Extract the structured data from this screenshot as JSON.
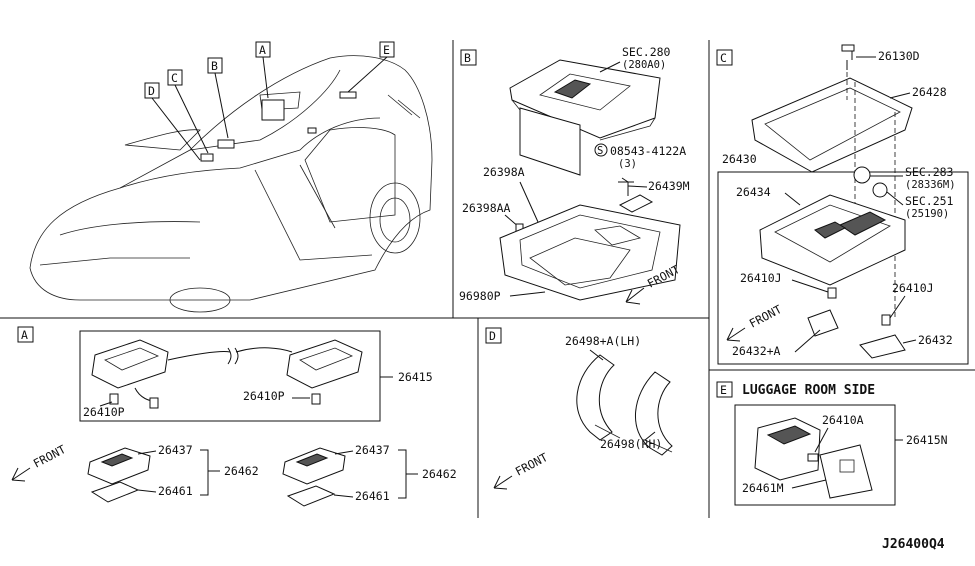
{
  "sections": {
    "A": "A",
    "B": "B",
    "C": "C",
    "D": "D",
    "E": "E"
  },
  "b_labels": {
    "sec280": "SEC.280",
    "sec280_sub": "(280A0)",
    "screw_code": "08543-4122A",
    "screw_qty": "(3)",
    "p26398A": "26398A",
    "p26398AA": "26398AA",
    "p26439M": "26439M",
    "p96980P": "96980P",
    "front": "FRONT",
    "s_mark": "S"
  },
  "c_labels": {
    "p26130D": "26130D",
    "p26428": "26428",
    "p26430": "26430",
    "p26434": "26434",
    "sec283": "SEC.283",
    "sec283_sub": "(28336M)",
    "sec251": "SEC.251",
    "sec251_sub": "(25190)",
    "p26410J_a": "26410J",
    "p26410J_b": "26410J",
    "p26432A": "26432+A",
    "p26432": "26432",
    "front": "FRONT"
  },
  "a_labels": {
    "p26415": "26415",
    "p26410P_a": "26410P",
    "p26410P_b": "26410P",
    "p26437_a": "26437",
    "p26437_b": "26437",
    "p26462_a": "26462",
    "p26462_b": "26462",
    "p26461_a": "26461",
    "p26461_b": "26461",
    "front": "FRONT"
  },
  "d_labels": {
    "lh": "26498+A(LH)",
    "rh": "26498(RH)",
    "front": "FRONT"
  },
  "e_labels": {
    "title": "LUGGAGE ROOM SIDE",
    "p26410A": "26410A",
    "p26415N": "26415N",
    "p26461M": "26461M"
  },
  "diagram_code": "J26400Q4"
}
